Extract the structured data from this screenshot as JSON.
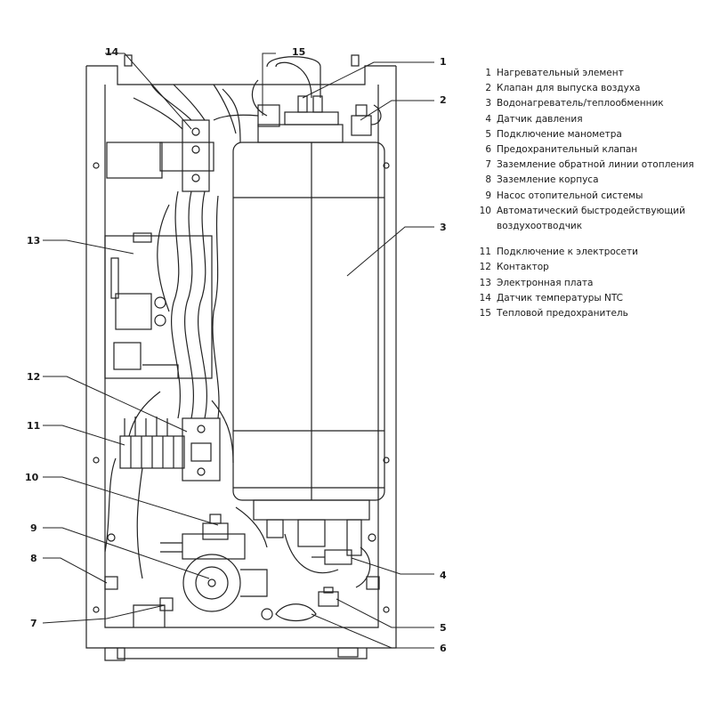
{
  "legend_top": [
    {
      "num": "1",
      "label": "Нагревательный элемент"
    },
    {
      "num": "2",
      "label": "Клапан для выпуска воздуха"
    },
    {
      "num": "3",
      "label": "Водонагреватель/теплообменник"
    },
    {
      "num": "4",
      "label": "Датчик давления"
    },
    {
      "num": "5",
      "label": "Подключение манометра"
    },
    {
      "num": "6",
      "label": "Предохранительный клапан"
    },
    {
      "num": "7",
      "label": "Заземление обратной линии отопления"
    },
    {
      "num": "8",
      "label": "Заземление корпуса"
    },
    {
      "num": "9",
      "label": "Насос отопительной системы"
    },
    {
      "num": "10",
      "label": "Автоматический быстродействующий воздухоотводчик"
    }
  ],
  "legend_bottom": [
    {
      "num": "11",
      "label": "Подключение к электросети"
    },
    {
      "num": "12",
      "label": "Контактор"
    },
    {
      "num": "13",
      "label": "Электронная плата"
    },
    {
      "num": "14",
      "label": "Датчик температуры NTC"
    },
    {
      "num": "15",
      "label": "Тепловой предохранитель"
    }
  ],
  "callouts": {
    "c1": "1",
    "c2": "2",
    "c3": "3",
    "c4": "4",
    "c5": "5",
    "c6": "6",
    "c7": "7",
    "c8": "8",
    "c9": "9",
    "c10": "10",
    "c11": "11",
    "c12": "12",
    "c13": "13",
    "c14": "14",
    "c15": "15"
  }
}
